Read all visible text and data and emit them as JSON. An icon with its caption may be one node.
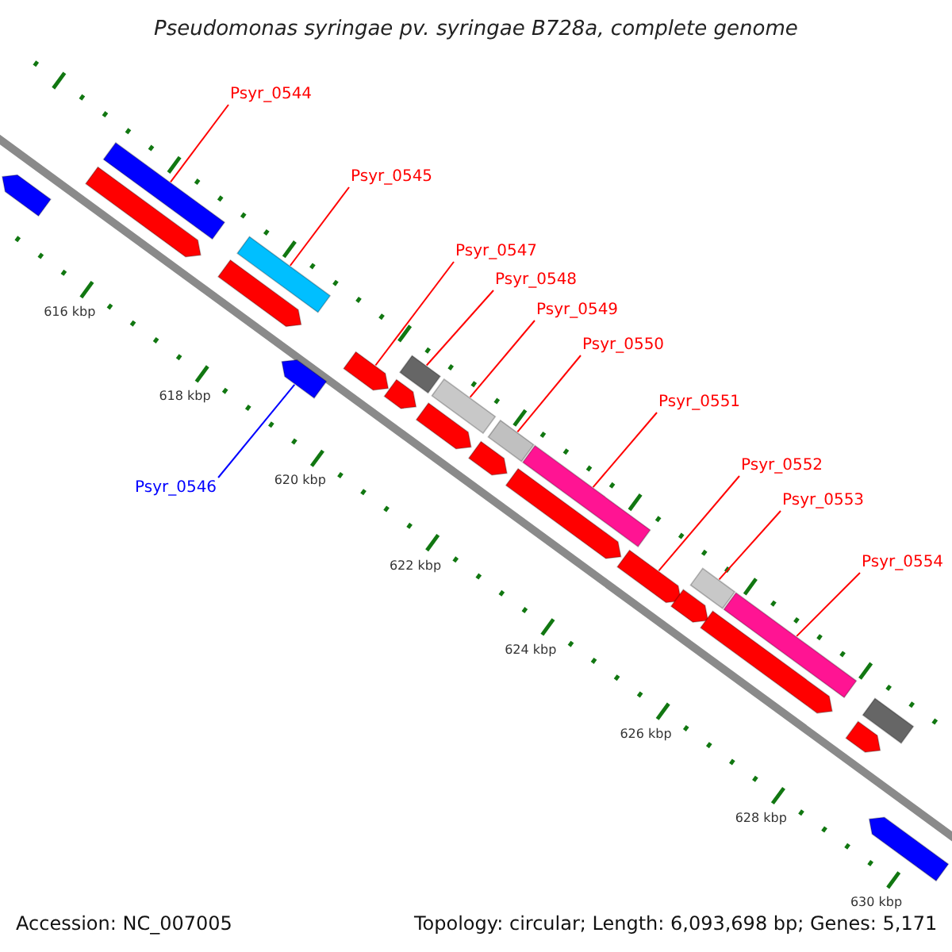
{
  "diagram": {
    "title": "Pseudomonas syringae pv. syringae B728a, complete genome",
    "nodes": [
      {
        "text": [
          "Psyr_0544"
        ]
      },
      {
        "text": [
          "Psyr_0545"
        ]
      },
      {
        "text": [
          "Psyr_0547"
        ]
      },
      {
        "text": [
          "Psyr_0548"
        ]
      },
      {
        "text": [
          "Psyr_0549"
        ]
      },
      {
        "text": [
          "Psyr_0550"
        ]
      },
      {
        "text": [
          "Psyr_0551"
        ]
      },
      {
        "text": [
          "Psyr_0552"
        ]
      },
      {
        "text": [
          "Psyr_0546"
        ]
      },
      {
        "text": [
          "Psyr_0553"
        ]
      },
      {
        "text": [
          "Psyr_0554"
        ]
      },
      {
        "text": [],
        "shape": "arrow"
      },
      {
        "text": [],
        "shape": "bar"
      },
      {
        "text": [],
        "shape": "arrow"
      },
      {
        "text": [],
        "shape": "bar"
      },
      {
        "text": [],
        "shape": "arrow"
      },
      {
        "text": [],
        "shape": "arrow"
      },
      {
        "text": [],
        "shape": "arrow"
      },
      {
        "text": [],
        "shape": "bar"
      },
      {
        "text": [],
        "shape": "arrow"
      },
      {
        "text": [],
        "shape": "bar"
      },
      {
        "text": [],
        "shape": "arrow"
      },
      {
        "text": [],
        "shape": "bar"
      },
      {
        "text": [],
        "shape": "arrow"
      },
      {
        "text": [],
        "shape": "bar"
      },
      {
        "text": [],
        "shape": "arrow"
      },
      {
        "text": [],
        "shape": "arrow"
      },
      {
        "text": [],
        "shape": "bar"
      },
      {
        "text": [],
        "shape": "arrow"
      },
      {
        "text": [],
        "shape": "bar"
      },
      {
        "text": [],
        "shape": "arrow"
      },
      {
        "text": [],
        "shape": "bar"
      },
      {
        "text": [],
        "shape": "arrow"
      },
      {
        "text": [],
        "shape": "arrow"
      }
    ],
    "edges": [
      {
        "from": 0,
        "to": 12,
        "arrow": "none"
      },
      {
        "from": 1,
        "to": 14,
        "arrow": "none"
      },
      {
        "from": 2,
        "to": 17,
        "arrow": "none"
      },
      {
        "from": 3,
        "to": 18,
        "arrow": "none"
      },
      {
        "from": 4,
        "to": 20,
        "arrow": "none"
      },
      {
        "from": 5,
        "to": 22,
        "arrow": "none"
      },
      {
        "from": 6,
        "to": 24,
        "arrow": "none"
      },
      {
        "from": 7,
        "to": 26,
        "arrow": "none"
      },
      {
        "from": 8,
        "to": 16,
        "arrow": "none",
        "color": "#0000ff"
      },
      {
        "from": 9,
        "to": 27,
        "arrow": "none"
      },
      {
        "from": 10,
        "to": 29,
        "arrow": "none"
      }
    ],
    "labels": [
      "616 kbp",
      "618 kbp",
      "620 kbp",
      "622 kbp",
      "624 kbp",
      "626 kbp",
      "628 kbp",
      "630 kbp",
      "Accession: NC_007005",
      "Topology: circular; Length: 6,093,698 bp; Genes: 5,171"
    ]
  }
}
